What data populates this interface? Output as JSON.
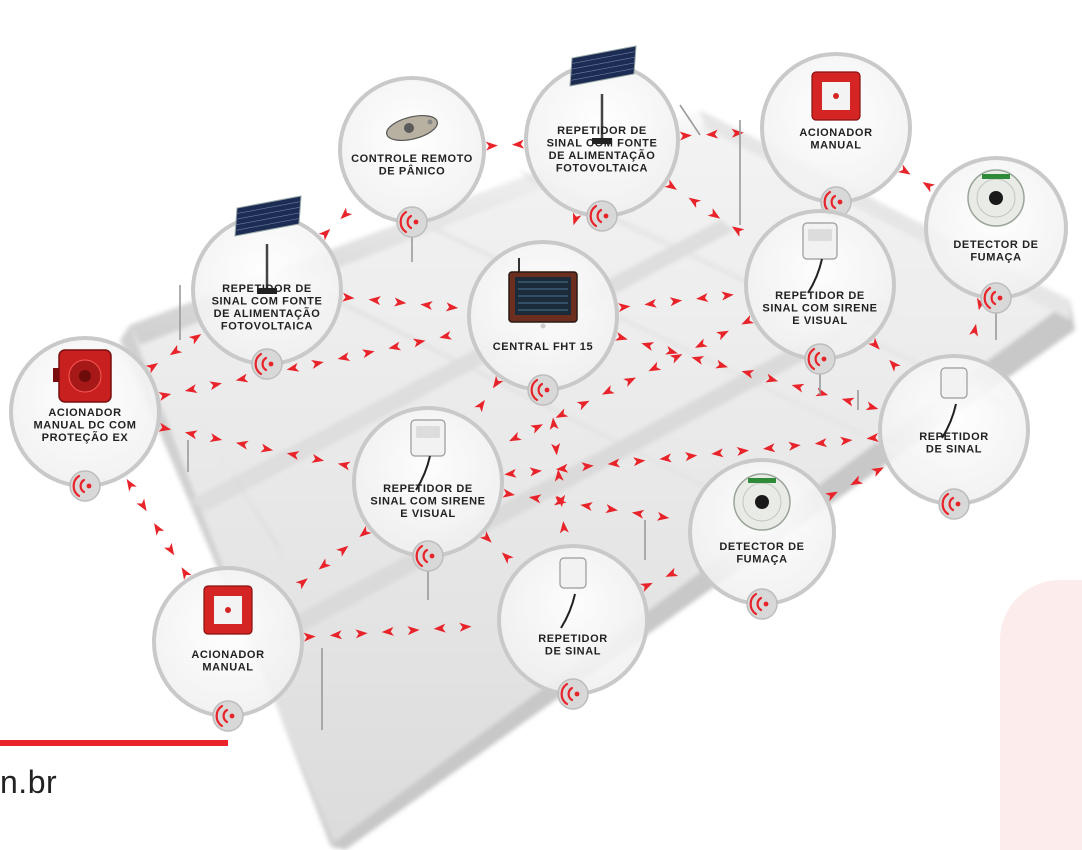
{
  "footer": {
    "url_fragment": "n.br"
  },
  "colors": {
    "accent": "#e8232a",
    "building": "#ebebeb",
    "circle_border": "#c9c9c9"
  },
  "nodes": [
    {
      "id": "central",
      "icon": "central-panel-icon",
      "label": [
        "CENTRAL FHT 15"
      ]
    },
    {
      "id": "panic-remote",
      "icon": "remote-control-icon",
      "label": [
        "CONTROLE REMOTO",
        "DE PÂNICO"
      ]
    },
    {
      "id": "solar-repeater-top",
      "icon": "solar-panel-icon",
      "label": [
        "REPETIDOR DE",
        "SINAL COM FONTE",
        "DE ALIMENTAÇÃO",
        "FOTOVOLTAICA"
      ]
    },
    {
      "id": "solar-repeater-left",
      "icon": "solar-panel-icon",
      "label": [
        "REPETIDOR DE",
        "SINAL COM FONTE",
        "DE ALIMENTAÇÃO",
        "FOTOVOLTAICA"
      ]
    },
    {
      "id": "manual-top",
      "icon": "manual-call-point-icon",
      "label": [
        "ACIONADOR",
        "MANUAL"
      ]
    },
    {
      "id": "smoke-top",
      "icon": "smoke-detector-icon",
      "label": [
        "DETECTOR DE",
        "FUMAÇA"
      ]
    },
    {
      "id": "siren-right",
      "icon": "siren-repeater-icon",
      "label": [
        "REPETIDOR DE",
        "SINAL COM SIRENE",
        "E VISUAL"
      ]
    },
    {
      "id": "ex-manual",
      "icon": "ex-call-point-icon",
      "label": [
        "ACIONADOR",
        "MANUAL DC  COM",
        "PROTEÇÃO EX"
      ]
    },
    {
      "id": "repeater-right",
      "icon": "repeater-icon",
      "label": [
        "REPETIDOR",
        "DE SINAL"
      ]
    },
    {
      "id": "siren-center",
      "icon": "siren-repeater-icon",
      "label": [
        "REPETIDOR DE",
        "SINAL COM SIRENE",
        "E VISUAL"
      ]
    },
    {
      "id": "smoke-bottom",
      "icon": "smoke-detector-icon",
      "label": [
        "DETECTOR DE",
        "FUMAÇA"
      ]
    },
    {
      "id": "manual-bottom",
      "icon": "manual-call-point-icon",
      "label": [
        "ACIONADOR",
        "MANUAL"
      ]
    },
    {
      "id": "repeater-bottom",
      "icon": "repeater-icon",
      "label": [
        "REPETIDOR",
        "DE SINAL"
      ]
    }
  ],
  "links": [
    [
      "manual-bottom",
      "repeater-bottom"
    ],
    [
      "ex-manual",
      "siren-center"
    ],
    [
      "ex-manual",
      "central"
    ],
    [
      "solar-repeater-left",
      "central"
    ],
    [
      "solar-repeater-left",
      "panic-remote"
    ],
    [
      "panic-remote",
      "solar-repeater-top"
    ],
    [
      "solar-repeater-top",
      "manual-top"
    ],
    [
      "solar-repeater-top",
      "central"
    ],
    [
      "solar-repeater-top",
      "siren-right"
    ],
    [
      "manual-top",
      "smoke-top"
    ],
    [
      "manual-top",
      "siren-right"
    ],
    [
      "central",
      "siren-right"
    ],
    [
      "central",
      "repeater-right"
    ],
    [
      "central",
      "siren-center"
    ],
    [
      "central",
      "repeater-bottom"
    ],
    [
      "siren-center",
      "repeater-bottom"
    ],
    [
      "siren-center",
      "manual-bottom"
    ],
    [
      "siren-center",
      "smoke-bottom"
    ],
    [
      "repeater-bottom",
      "smoke-bottom"
    ],
    [
      "smoke-bottom",
      "repeater-right"
    ],
    [
      "siren-right",
      "repeater-right"
    ],
    [
      "smoke-top",
      "repeater-right"
    ],
    [
      "ex-manual",
      "solar-repeater-left"
    ],
    [
      "manual-bottom",
      "ex-manual"
    ],
    [
      "siren-right",
      "siren-center"
    ],
    [
      "repeater-right",
      "siren-center"
    ]
  ]
}
